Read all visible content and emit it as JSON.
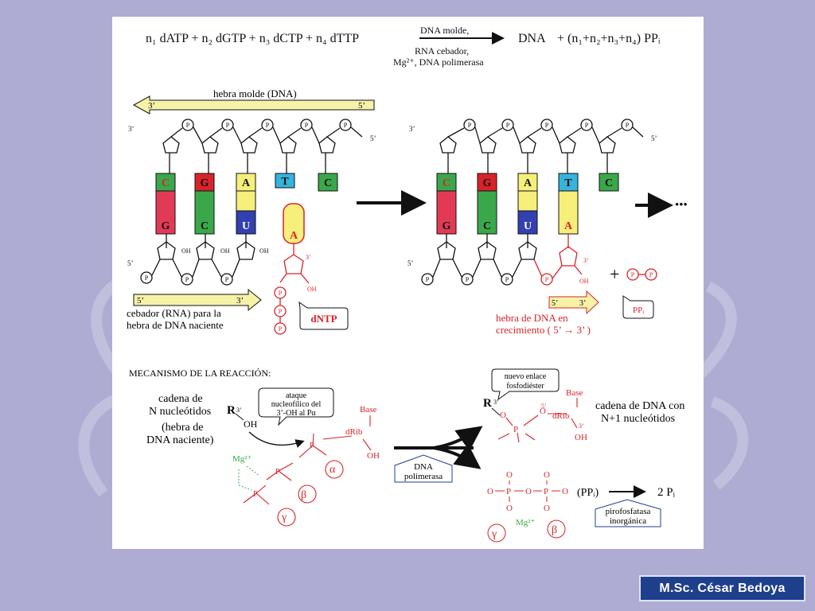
{
  "equation": {
    "lhs": "n₁ dATP + n₂ dGTP + n₃ dCTP + n₄ dTTP",
    "arrow_top": "DNA molde,",
    "arrow_bottom_1": "RNA cebador,",
    "arrow_bottom_2": "Mg²⁺, DNA polimerasa",
    "product": "DNA",
    "rhs": "+   (n₁+n₂+n₃+n₄) PPᵢ"
  },
  "left_panel": {
    "template_label": "hebra molde (DNA)",
    "end_3": "3’",
    "end_5": "5’",
    "top_bases": [
      "C",
      "G",
      "A",
      "T",
      "C"
    ],
    "bottom_bases": [
      "G",
      "C",
      "U"
    ],
    "incoming_base": "A",
    "phosphate": "P",
    "oh": "OH",
    "primer_label_1": "cebador (RNA) para la",
    "primer_label_2": "hebra de DNA naciente",
    "dntp_label": "dNTP"
  },
  "right_panel": {
    "top_bases": [
      "C",
      "G",
      "A",
      "T",
      "C"
    ],
    "bottom_bases": [
      "G",
      "C",
      "U",
      "A"
    ],
    "plus": "+",
    "ppi": "PPᵢ",
    "growing_1": "hebra de DNA en",
    "growing_2": "crecimiento ( 5’ → 3’ )",
    "dots": "•••"
  },
  "mechanism": {
    "title": "MECANISMO DE LA REACCIÓN:",
    "chain_1": "cadena de",
    "chain_2": "N nucleótidos",
    "chain_3": "(hebra de",
    "chain_4": "DNA naciente)",
    "attack_1": "ataque",
    "attack_2": "nucleofílico del",
    "attack_3": "3’-OH al Pα",
    "R": "R",
    "base": "Base",
    "drib": "dRib",
    "mg": "Mg²⁺",
    "alpha": "α",
    "beta": "β",
    "gamma": "γ",
    "enzyme_1": "DNA",
    "enzyme_2": "polimerasa",
    "new_bond_1": "nuevo enlace",
    "new_bond_2": "fosfodiéster",
    "result_1": "cadena de DNA con",
    "result_2": "N+1 nucleótidos",
    "ppi_paren": "(PPᵢ)",
    "two_pi": "2 Pᵢ",
    "pyro_1": "pirofosfatasa",
    "pyro_2": "inorgánica"
  },
  "credit": "M.Sc. César Bedoya",
  "colors": {
    "background": "#aeacd2",
    "red": "#d8232a",
    "green": "#3aa84a",
    "yellow": "#f6ef7a",
    "cyan": "#35b4dc",
    "blue": "#3340b0",
    "pink": "#e23a55",
    "credit_bg": "#1e3f8c"
  }
}
